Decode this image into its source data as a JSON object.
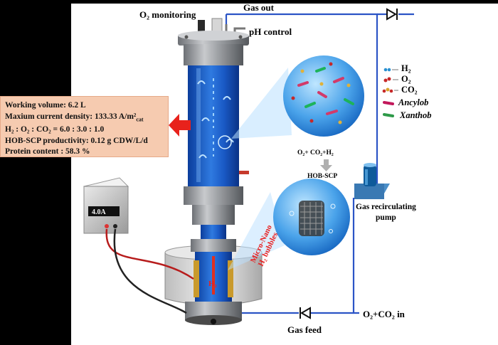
{
  "labels": {
    "o2_monitoring": "O₂ monitoring",
    "gas_out": "Gas out",
    "ph_control": "pH control",
    "gas_recirculating_pump": [
      "Gas recirculating",
      "pump"
    ],
    "gas_feed": "Gas feed",
    "o2_co2_in": "O₂+CO₂ in",
    "o2_co2_h2": "O₂+ CO₂+H₂",
    "hob_scp": "HOB-SCP",
    "micro_nano": [
      "Micro-Nano",
      "H₂ bubbles"
    ],
    "h2_electrode": "H₂",
    "power_display": "4.0A"
  },
  "legend": [
    {
      "label": "H₂",
      "icon": "h2-molecule-icon",
      "style": "normal"
    },
    {
      "label": "O₂",
      "icon": "o2-molecule-icon",
      "style": "normal"
    },
    {
      "label": "CO₂",
      "icon": "co2-molecule-icon",
      "style": "normal"
    },
    {
      "label": "Ancylob",
      "icon": "ancylobacter-cell-icon",
      "style": "italic"
    },
    {
      "label": "Xanthob",
      "icon": "xanthobacter-cell-icon",
      "style": "italic"
    }
  ],
  "info_box": {
    "working_volume": "Working volume: 6.2 L",
    "max_current": "Maxium current density: 133.33 A/m²",
    "max_current_sub": "cat",
    "ratio": "H₂ : O₂ : CO₂ = 6.0 : 3.0 : 1.0",
    "productivity": "HOB-SCP productivity: 0.12 g CDW/L/d",
    "protein": "Protein content : 58.3 %"
  },
  "colors": {
    "info_box_bg": "#f6cbb0",
    "arrow_red": "#e8221c",
    "pipe_blue": "#2b54c6",
    "reactor_blue": "#1b58c8",
    "micro_nano_text": "#e82020"
  }
}
